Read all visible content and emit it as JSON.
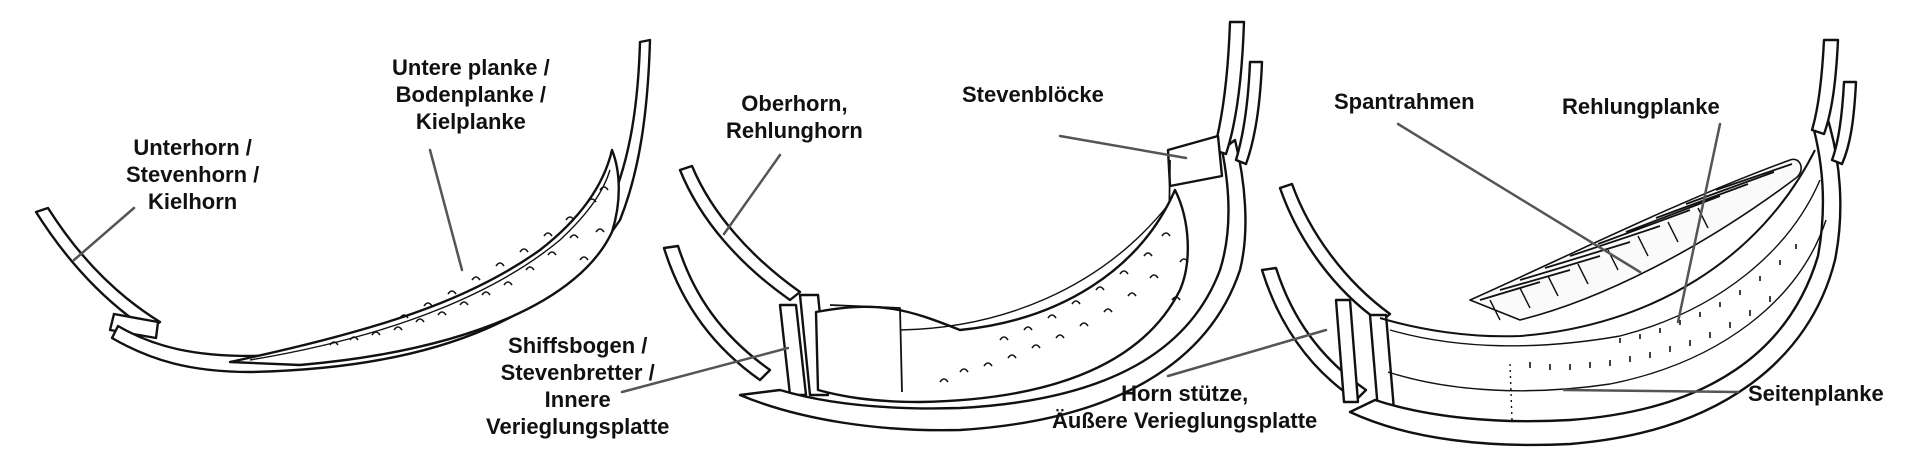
{
  "colors": {
    "line": "#111111",
    "hull_fill": "#ffffff",
    "plank_shade": "#f4f4f4",
    "leader": "#555555",
    "rib_fill": "#fafafa"
  },
  "labels": {
    "unterhorn": [
      "Unterhorn /",
      "Stevenhorn /",
      "Kielhorn"
    ],
    "untere_planke": [
      "Untere planke /",
      "Bodenplanke /",
      "Kielplanke"
    ],
    "oberhorn": [
      "Oberhorn,",
      "Rehlunghorn"
    ],
    "stevenbloecke": [
      "Stevenblöcke"
    ],
    "shiffsbogen": [
      "Shiffsbogen /",
      "Stevenbretter /",
      "Innere",
      "Verieglungsplatte"
    ],
    "spantrahmen": [
      "Spantrahmen"
    ],
    "rehlungplanke": [
      "Rehlungplanke"
    ],
    "horn_stuetze": [
      "Horn stütze,",
      "Äußere Verieglungsplatte"
    ],
    "seitenplanke": [
      "Seitenplanke"
    ]
  }
}
